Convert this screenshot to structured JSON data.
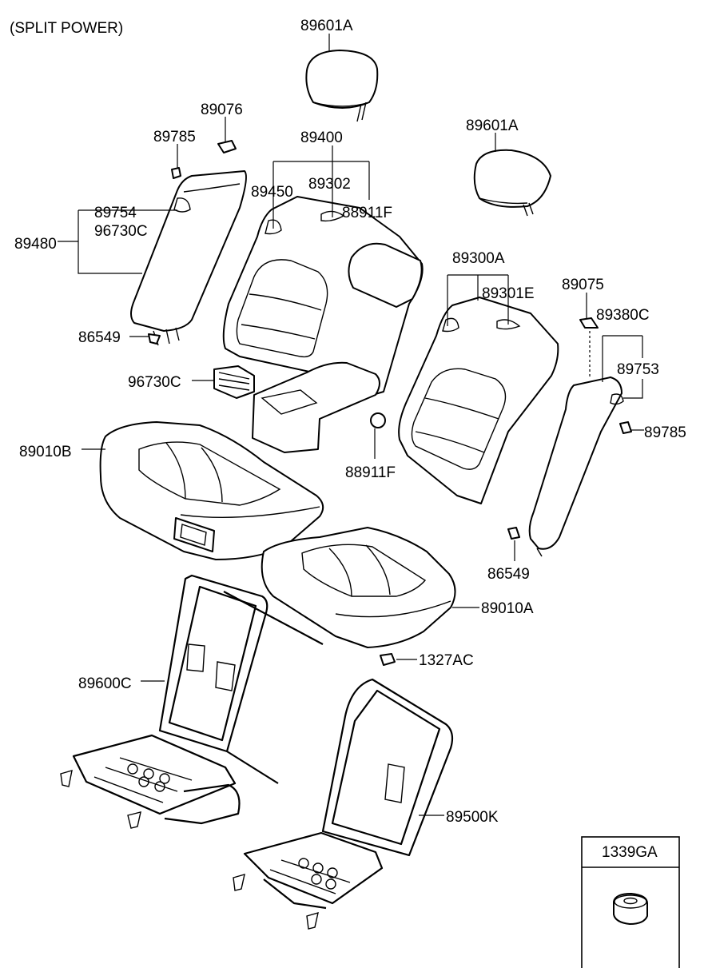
{
  "header": {
    "title": "(SPLIT POWER)"
  },
  "callouts": {
    "headrest_left": "89601A",
    "headrest_right": "89601A",
    "cover_89076": "89076",
    "clip_89785_left": "89785",
    "clip_89785_right": "89785",
    "back_assy_left": "89400",
    "part_89450": "89450",
    "part_89302": "89302",
    "part_88911F_top": "88911F",
    "part_88911F_bottom": "88911F",
    "part_89754": "89754",
    "part_96730C_side": "96730C",
    "part_96730C_switch": "96730C",
    "side_bolster_left": "89480",
    "bolt_86549_left": "86549",
    "bolt_86549_right": "86549",
    "back_assy_right": "89300A",
    "part_89301E": "89301E",
    "part_89075": "89075",
    "side_bolster_right": "89380C",
    "part_89753": "89753",
    "cushion_left": "89010B",
    "cushion_right": "89010A",
    "nut_1327AC": "1327AC",
    "frame_left": "89600C",
    "frame_right": "89500K"
  },
  "legend_box": {
    "label": "1339GA"
  }
}
